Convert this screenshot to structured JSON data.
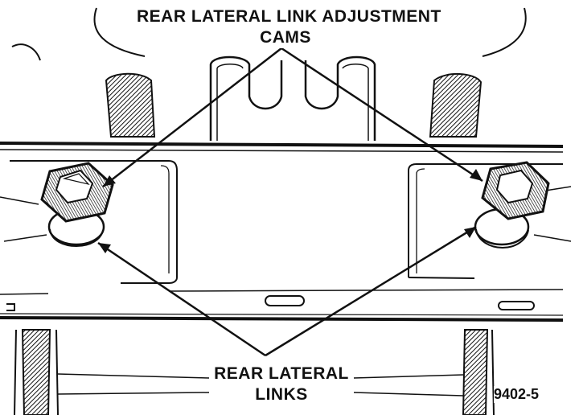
{
  "labels": {
    "cams_line1": "REAR LATERAL LINK ADJUSTMENT",
    "cams_line2": "CAMS",
    "links_line1": "REAR LATERAL",
    "links_line2": "LINKS",
    "figure_number": "9402-5"
  }
}
